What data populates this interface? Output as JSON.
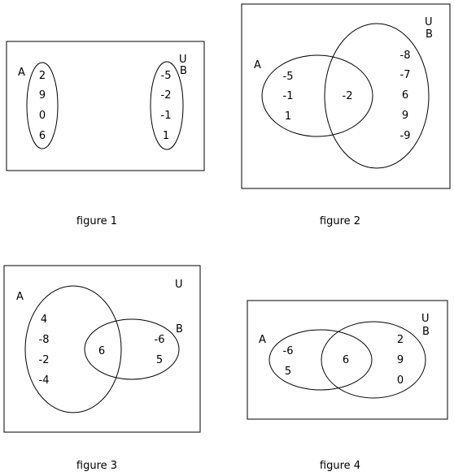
{
  "figures": [
    {
      "caption": "figure 1",
      "universe_label": "U",
      "set_a_label": "A",
      "set_b_label": "B",
      "a_only": [
        "2",
        "9",
        "0",
        "6"
      ],
      "intersection": [],
      "b_only": [
        "-5",
        "-2",
        "-1",
        "1"
      ]
    },
    {
      "caption": "figure 2",
      "universe_label": "U",
      "set_a_label": "A",
      "set_b_label": "B",
      "a_only": [
        "-5",
        "-1",
        "1"
      ],
      "intersection": [
        "-2"
      ],
      "b_only": [
        "-8",
        "-7",
        "6",
        "9",
        "-9"
      ]
    },
    {
      "caption": "figure 3",
      "universe_label": "U",
      "set_a_label": "A",
      "set_b_label": "B",
      "a_only": [
        "4",
        "-8",
        "-2",
        "-4"
      ],
      "intersection": [
        "6"
      ],
      "b_only": [
        "-6",
        "5"
      ]
    },
    {
      "caption": "figure 4",
      "universe_label": "U",
      "set_a_label": "A",
      "set_b_label": "B",
      "a_only": [
        "-6",
        "5"
      ],
      "intersection": [
        "6"
      ],
      "b_only": [
        "2",
        "9",
        "0"
      ]
    }
  ]
}
